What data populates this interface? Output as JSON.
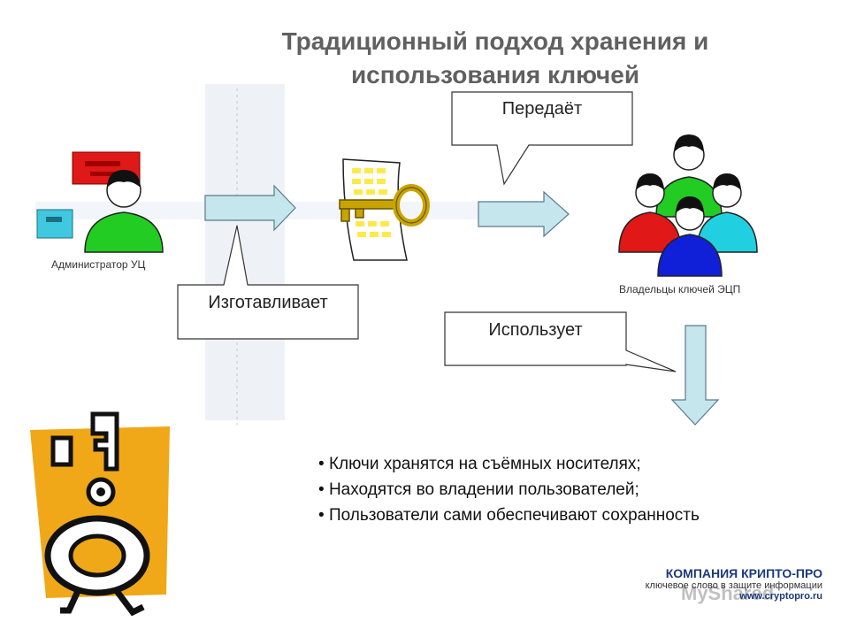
{
  "title_line1": "Традиционный подход хранения и",
  "title_line2": "использования ключей",
  "admin_caption": "Администратор УЦ",
  "owners_caption": "Владельцы ключей ЭЦП",
  "callout_transfers": "Передаёт",
  "callout_produces": "Изготавливает",
  "callout_uses": "Использует",
  "bullets": [
    "Ключи хранятся на съёмных носителях;",
    "Находятся во владении пользователей;",
    "Пользователи сами обеспечивают сохранность"
  ],
  "company": {
    "name": "КОМПАНИЯ КРИПТО-ПРО",
    "slogan": "ключевое слово в защите информации",
    "url": "www.cryptopro.ru"
  },
  "watermark": "MyShared",
  "colors": {
    "title": "#606060",
    "arrow_fill": "#c6e6ee",
    "key_gold": "#c8a400",
    "person_green": "#22cc22",
    "person_red": "#e01818",
    "person_blue": "#1020d8",
    "person_cyan": "#20d0e0",
    "orange_panel": "#f0a818"
  },
  "icons": [
    "monitor-icon",
    "document-icon",
    "key-icon",
    "key-mascot-icon"
  ]
}
